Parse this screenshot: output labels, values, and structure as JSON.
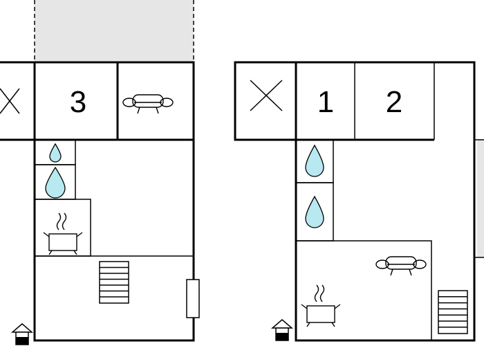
{
  "floorplan": {
    "colors": {
      "wall": "#000000",
      "water": "#b8e8f0",
      "outdoor_area": "#e6e6e6"
    },
    "left_unit": {
      "bedrooms": [
        {
          "label": "3"
        }
      ],
      "icons": [
        "cross-icon",
        "sofa-icon",
        "water-drop-icon",
        "water-drop-icon",
        "cooking-pot-icon",
        "staircase-icon",
        "door-icon",
        "entrance-house-icon"
      ]
    },
    "right_unit": {
      "bedrooms": [
        {
          "label": "1"
        },
        {
          "label": "2"
        }
      ],
      "icons": [
        "cross-icon",
        "water-drop-icon",
        "water-drop-icon",
        "sofa-icon",
        "cooking-pot-icon",
        "staircase-icon",
        "entrance-house-icon"
      ]
    }
  }
}
